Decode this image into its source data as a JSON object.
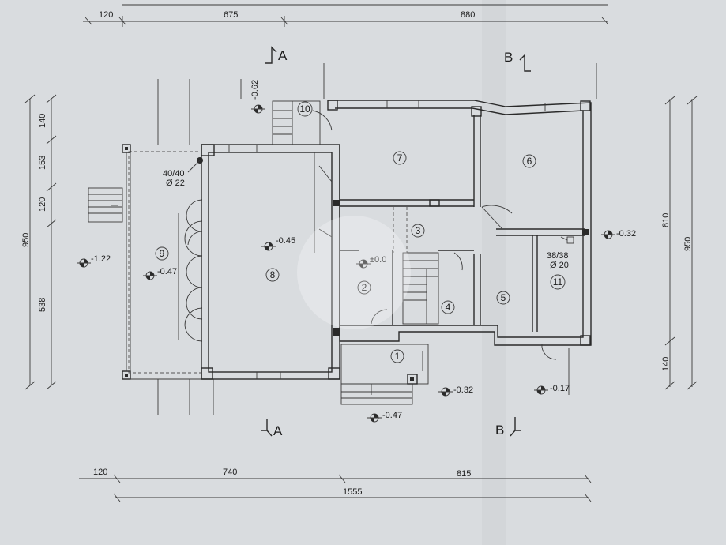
{
  "dimensions": {
    "top": [
      "120",
      "675",
      "880"
    ],
    "bottom": [
      "120",
      "740",
      "815"
    ],
    "bottom_total": "1555",
    "left": [
      "140",
      "153",
      "120",
      "538"
    ],
    "left_total": "950",
    "right_total_outer": "950",
    "right_main": "810",
    "right_bottom": "140"
  },
  "sections": {
    "a_top": "A",
    "a_bottom": "A",
    "b_top": "B",
    "b_bottom": "B"
  },
  "rooms": [
    "1",
    "2",
    "3",
    "4",
    "5",
    "6",
    "7",
    "8",
    "9",
    "10",
    "11"
  ],
  "levels": {
    "entry": "-0.62",
    "room8": "-0.45",
    "room9_outer": "-1.22",
    "room9": "-0.47",
    "room2": "±0.0",
    "east": "-0.32",
    "south_entry": "-0.32",
    "south_step": "-0.47",
    "south_east": "-0.17"
  },
  "columns": {
    "c1_size": "40/40",
    "c1_dia": "Ø 22",
    "c2_size": "38/38",
    "c2_dia": "Ø 20"
  },
  "colors": {
    "paper": "#d9dcdf",
    "ink": "#2a2a2a"
  }
}
